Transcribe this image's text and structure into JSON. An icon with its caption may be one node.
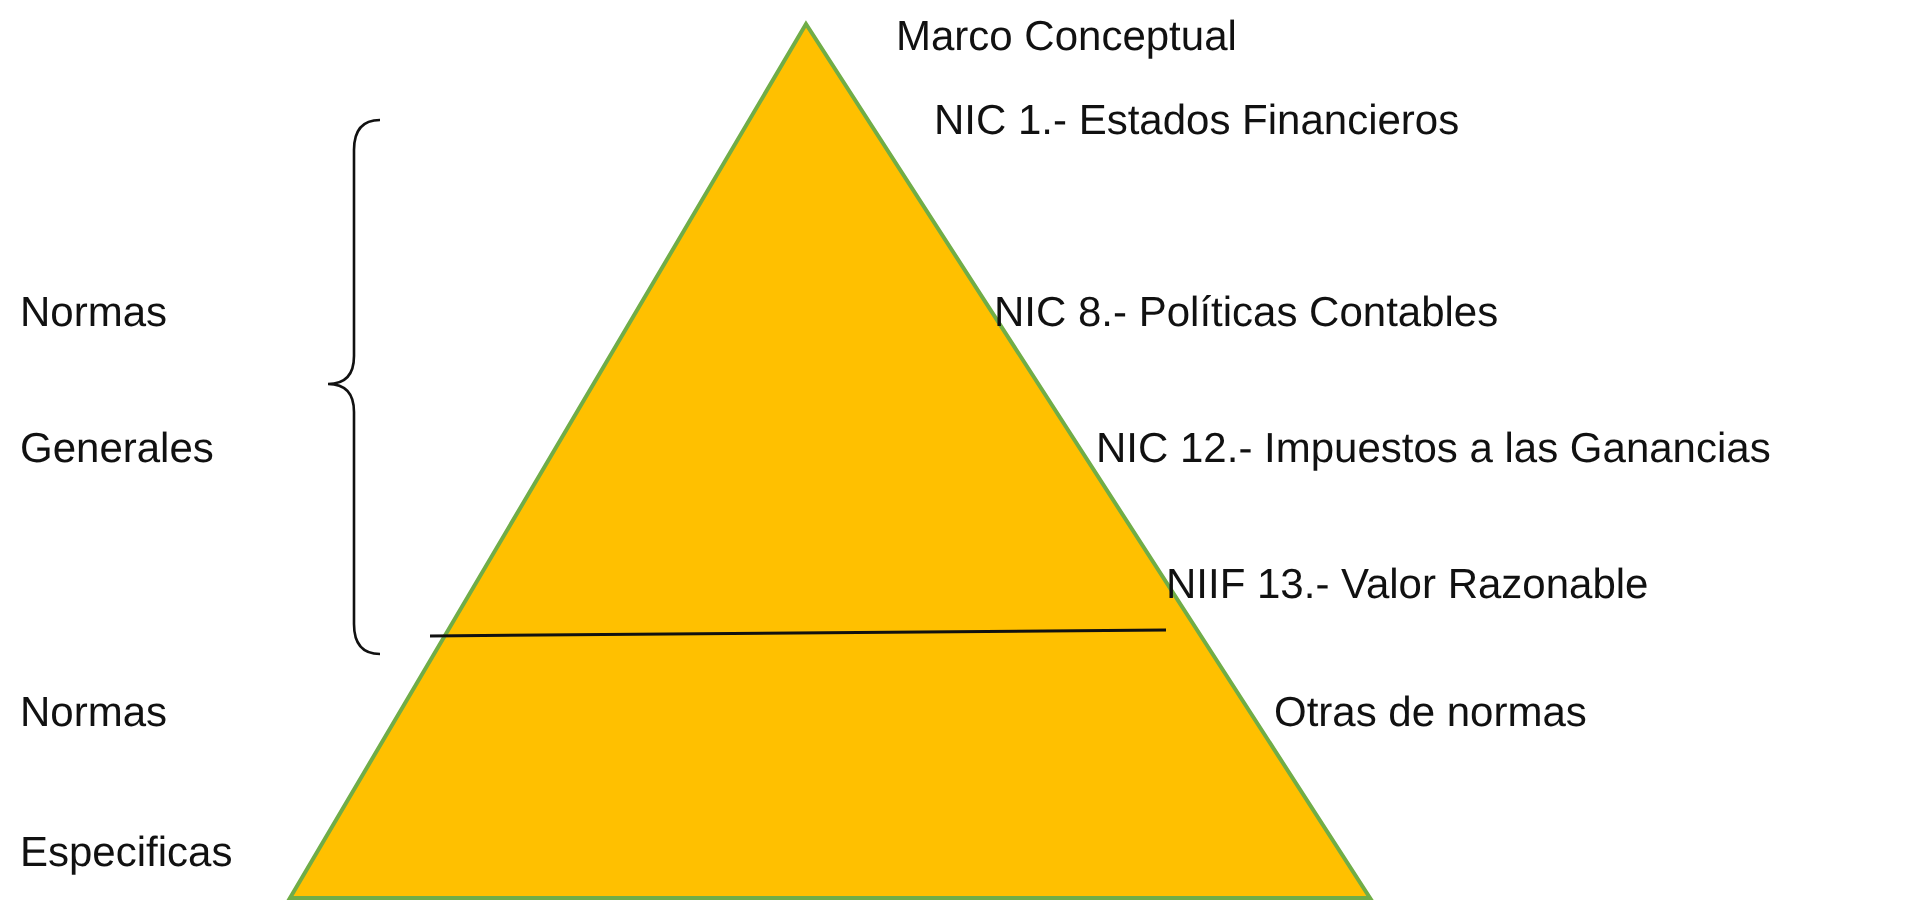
{
  "diagram": {
    "labels": [
      "Marco Conceptual",
      "NIC 1.- Estados Financieros",
      "Normas",
      "NIC 8.- Políticas Contables",
      "Generales",
      "NIC 12.- Impuestos a las Ganancias",
      "NIIF 13.- Valor Razonable",
      "Normas",
      "Otras de normas",
      "Especificas"
    ]
  }
}
